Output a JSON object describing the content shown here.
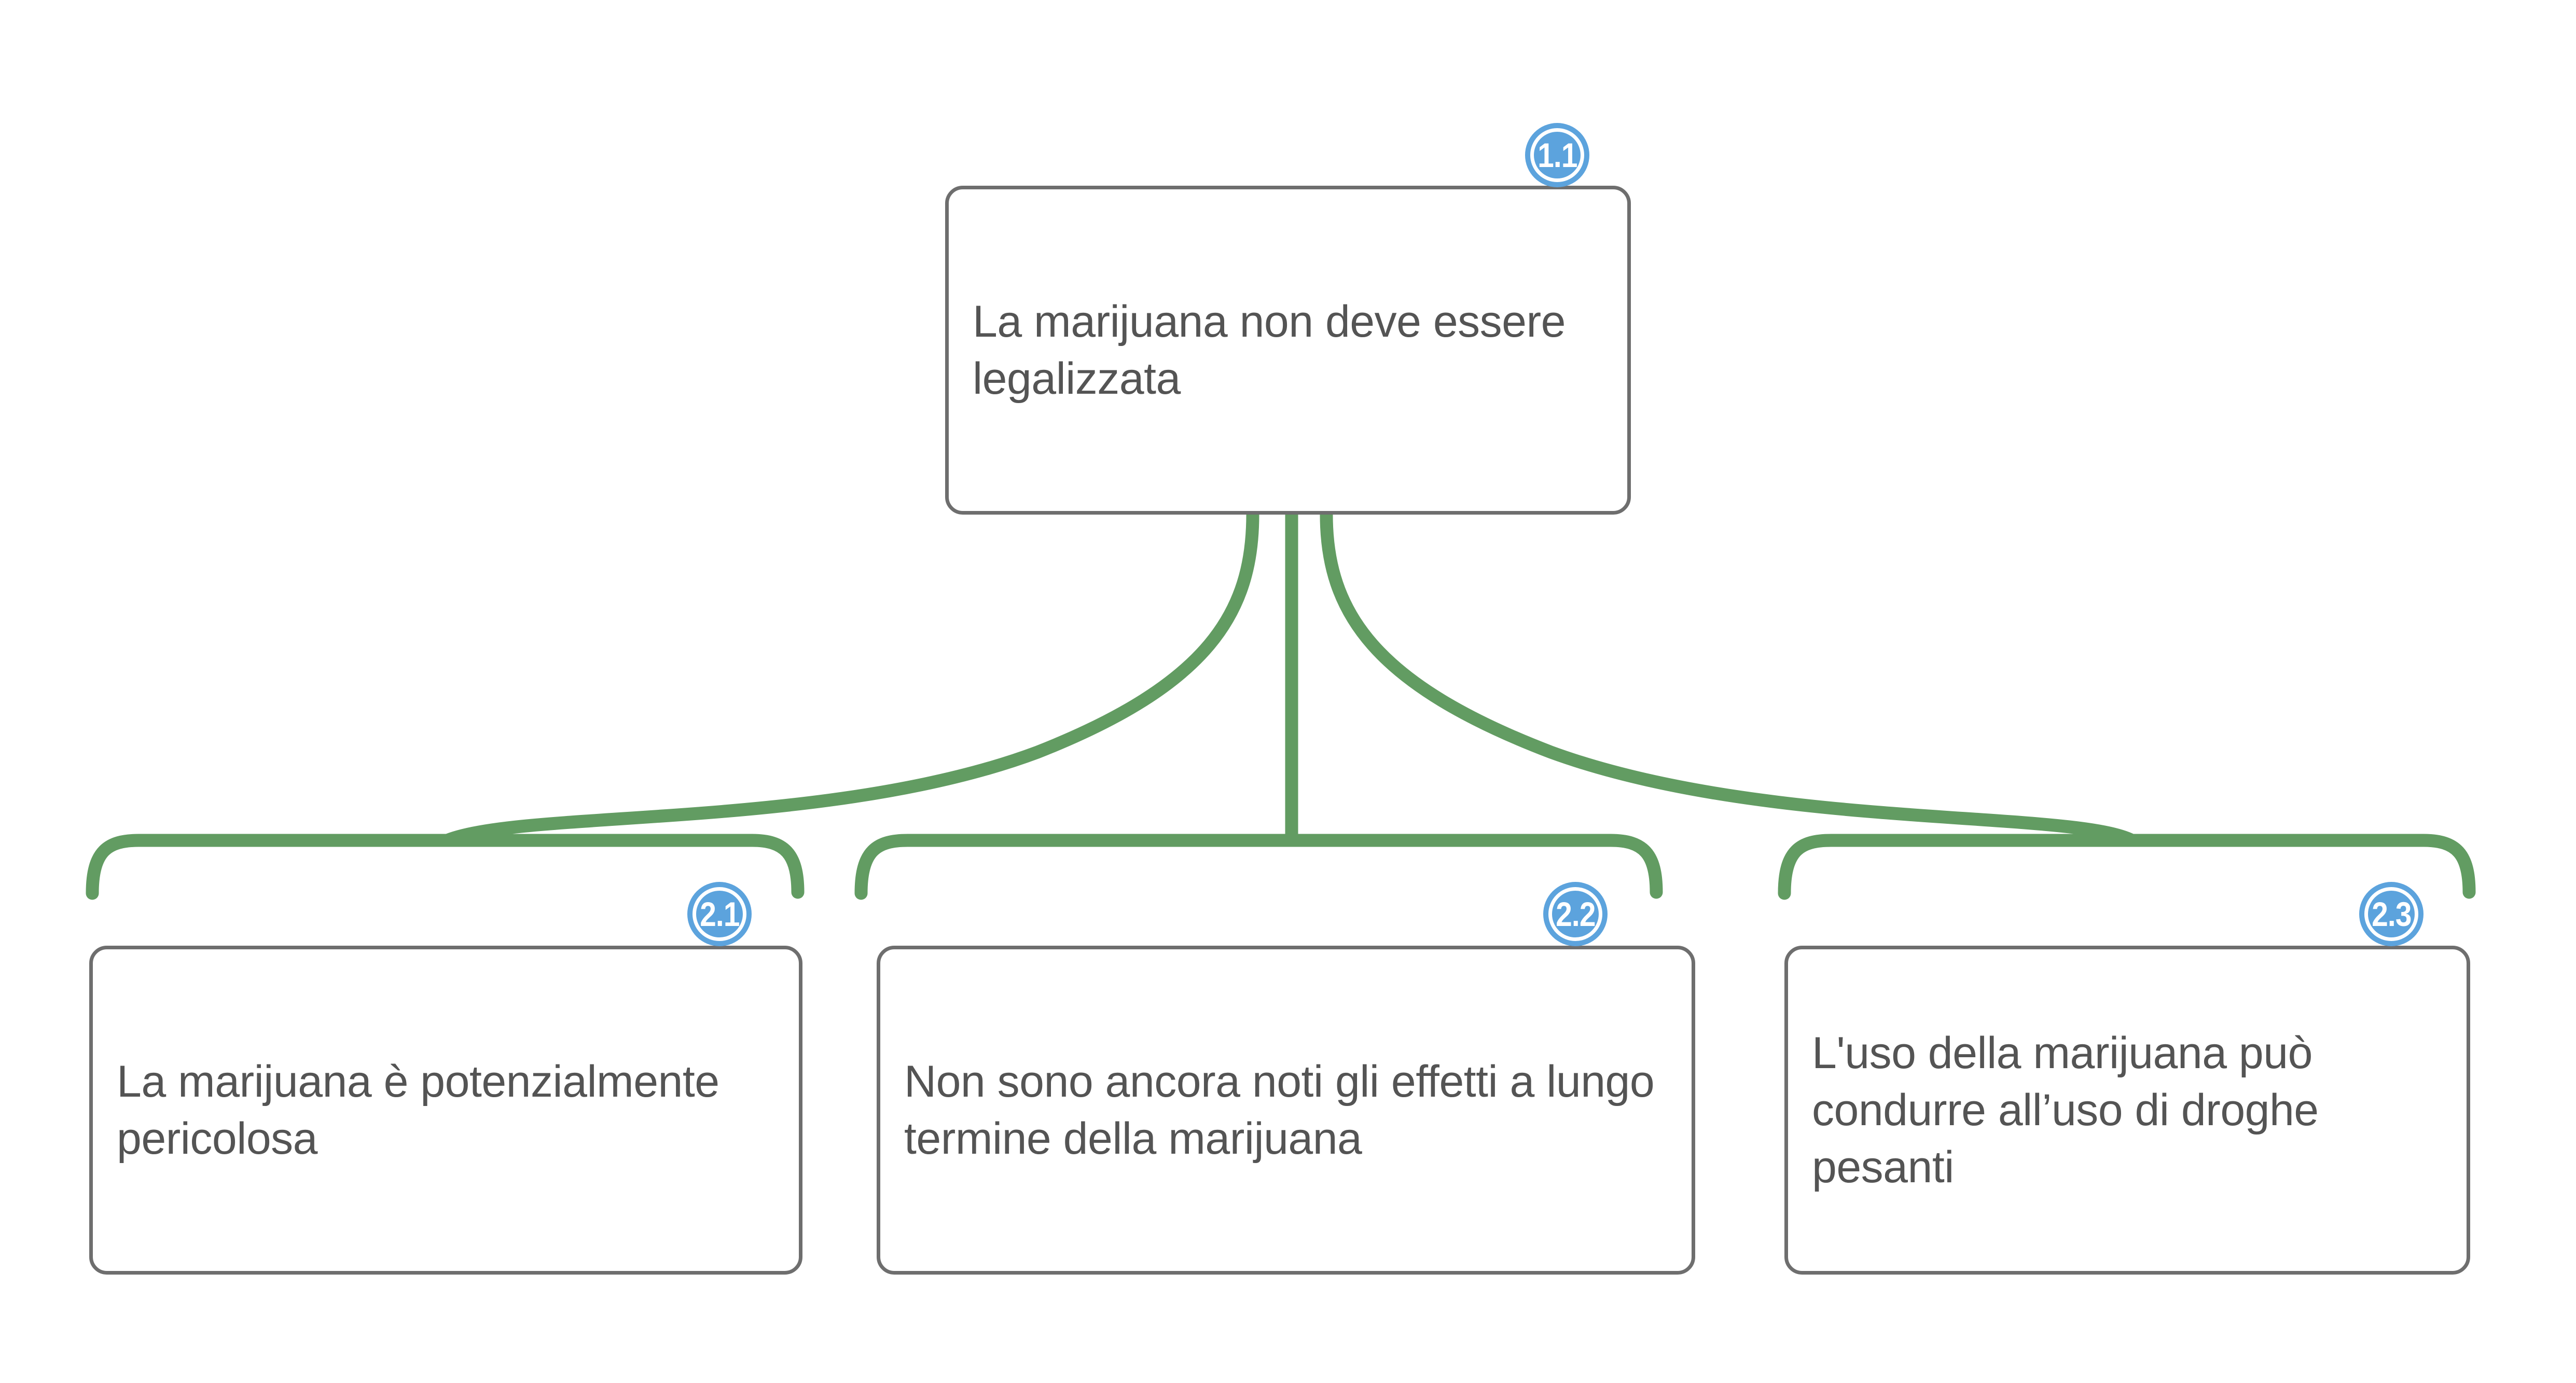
{
  "diagram": {
    "title": "Argument map: La marijuana non deve essere legalizzata",
    "language": "it",
    "background_color": "#ffffff",
    "edge_color": "#629c62",
    "node_border_color": "#6e6e6e",
    "node_text_color": "#545454",
    "badge_color": "#5ca3dd",
    "badge_text_color": "#ffffff"
  },
  "nodes": [
    {
      "id": "1.1",
      "badge": "1.1",
      "text": "La marijuana non deve essere legalizzata",
      "level": 1
    },
    {
      "id": "2.1",
      "badge": "2.1",
      "text": "La marijuana è potenzialmente pericolosa",
      "level": 2
    },
    {
      "id": "2.2",
      "badge": "2.2",
      "text": "Non sono ancora noti gli effetti a lungo termine della marijuana",
      "level": 2
    },
    {
      "id": "2.3",
      "badge": "2.3",
      "text": "L'uso della marijuana può condurre all’uso di droghe pesanti",
      "level": 2
    }
  ],
  "edges": [
    {
      "from": "1.1",
      "to": "2.1"
    },
    {
      "from": "1.1",
      "to": "2.2"
    },
    {
      "from": "1.1",
      "to": "2.3"
    }
  ]
}
